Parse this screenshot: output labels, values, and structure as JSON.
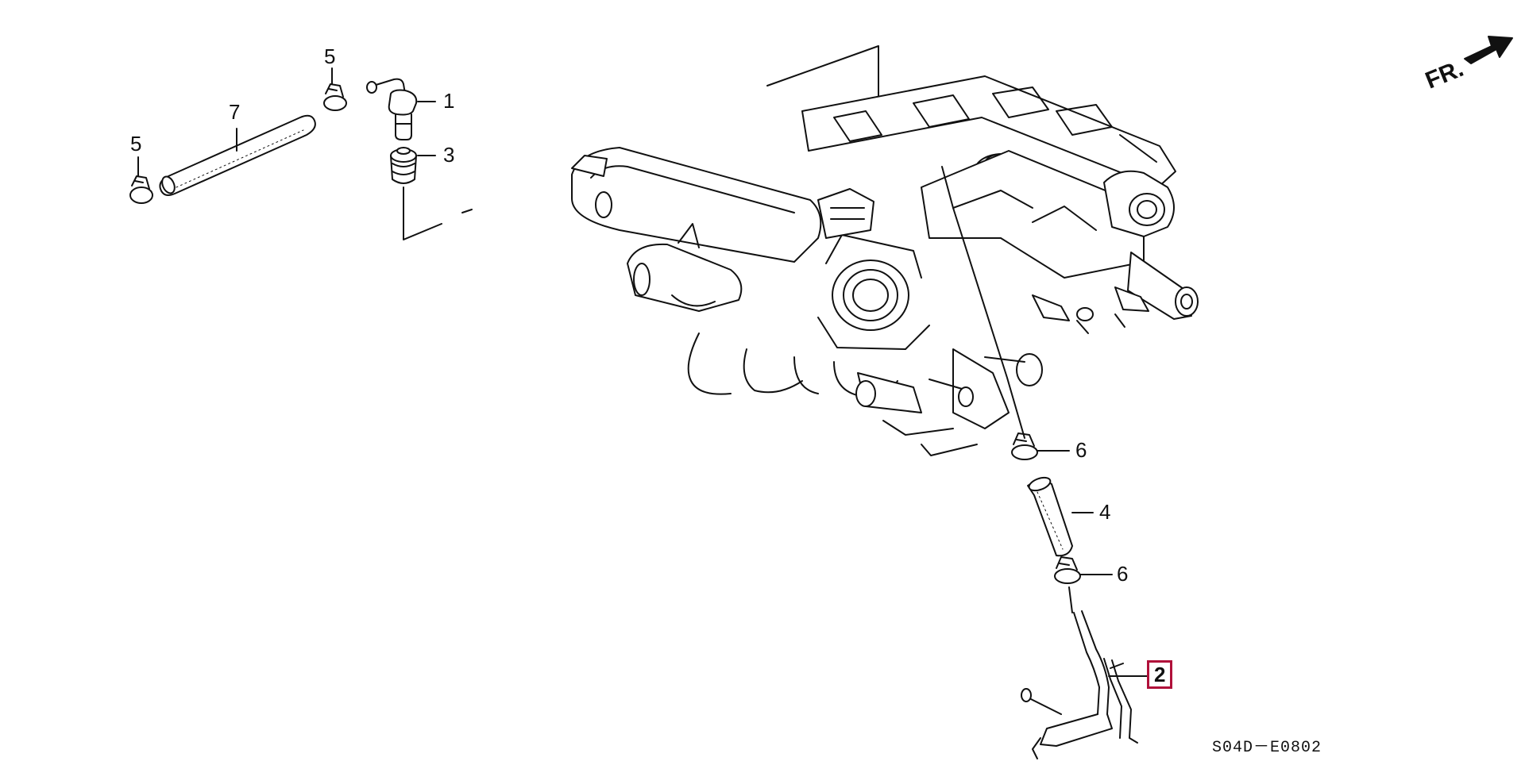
{
  "callouts": {
    "part_1": "1",
    "part_2": "2",
    "part_3": "3",
    "part_4": "4",
    "part_5a": "5",
    "part_5b": "5",
    "part_6a": "6",
    "part_6b": "6",
    "part_7": "7"
  },
  "direction": {
    "label": "FR."
  },
  "diagram_code": "S04D－E0802",
  "colors": {
    "highlight_border": "#b0103a",
    "line": "#111111"
  }
}
